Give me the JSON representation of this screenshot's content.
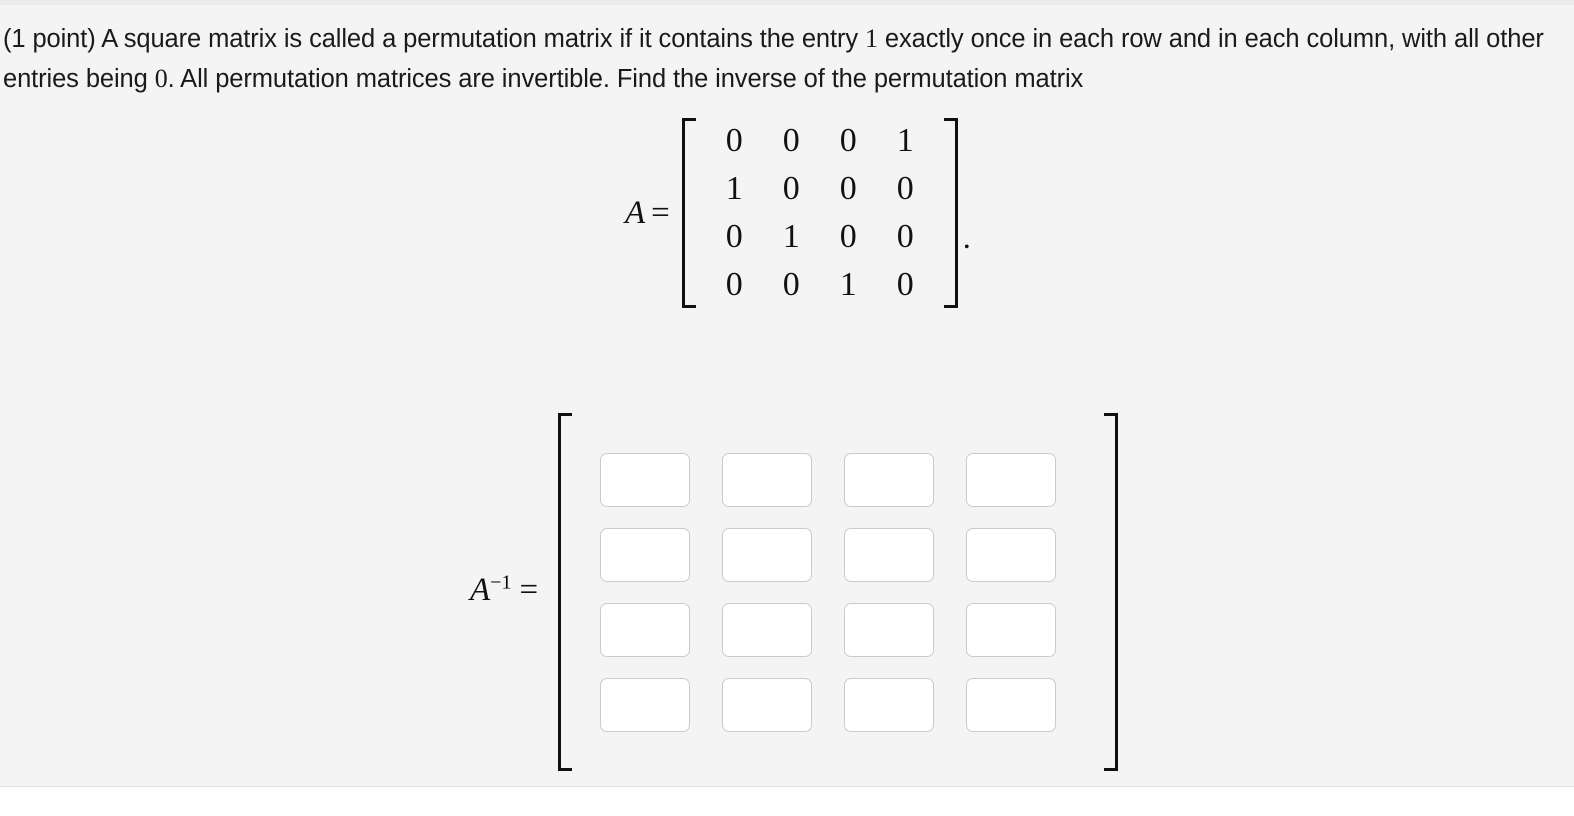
{
  "page": {
    "background_color": "#f4f4f4",
    "top_strip_color": "#ebebeb",
    "footer_band_color": "#ffffff",
    "text_color": "#1a1a1a"
  },
  "problem": {
    "point_value": "(1 point)",
    "sentence_part_1": "(1 point) A square matrix is called a permutation matrix if it contains the entry ",
    "one": "1",
    "sentence_part_2": " exactly once in each row and in each column, with all other entries being ",
    "zero": "0",
    "sentence_part_3": ". All permutation matrices are invertible. Find the inverse of the permutation matrix"
  },
  "given_matrix": {
    "label_variable": "A",
    "label_equals": "=",
    "rows": [
      [
        "0",
        "0",
        "0",
        "1"
      ],
      [
        "1",
        "0",
        "0",
        "0"
      ],
      [
        "0",
        "1",
        "0",
        "0"
      ],
      [
        "0",
        "0",
        "1",
        "0"
      ]
    ],
    "trailing_punctuation": "."
  },
  "answer_matrix": {
    "label_variable": "A",
    "label_superscript": "−1",
    "label_equals": "=",
    "rows": [
      [
        {
          "value": "",
          "placeholder": ""
        },
        {
          "value": "",
          "placeholder": ""
        },
        {
          "value": "",
          "placeholder": ""
        },
        {
          "value": "",
          "placeholder": ""
        }
      ],
      [
        {
          "value": "",
          "placeholder": ""
        },
        {
          "value": "",
          "placeholder": ""
        },
        {
          "value": "",
          "placeholder": ""
        },
        {
          "value": "",
          "placeholder": ""
        }
      ],
      [
        {
          "value": "",
          "placeholder": ""
        },
        {
          "value": "",
          "placeholder": ""
        },
        {
          "value": "",
          "placeholder": ""
        },
        {
          "value": "",
          "placeholder": ""
        }
      ],
      [
        {
          "value": "",
          "placeholder": ""
        },
        {
          "value": "",
          "placeholder": ""
        },
        {
          "value": "",
          "placeholder": ""
        },
        {
          "value": "",
          "placeholder": ""
        }
      ]
    ],
    "input_border_color": "#cbcbcb",
    "input_background_color": "#ffffff"
  }
}
